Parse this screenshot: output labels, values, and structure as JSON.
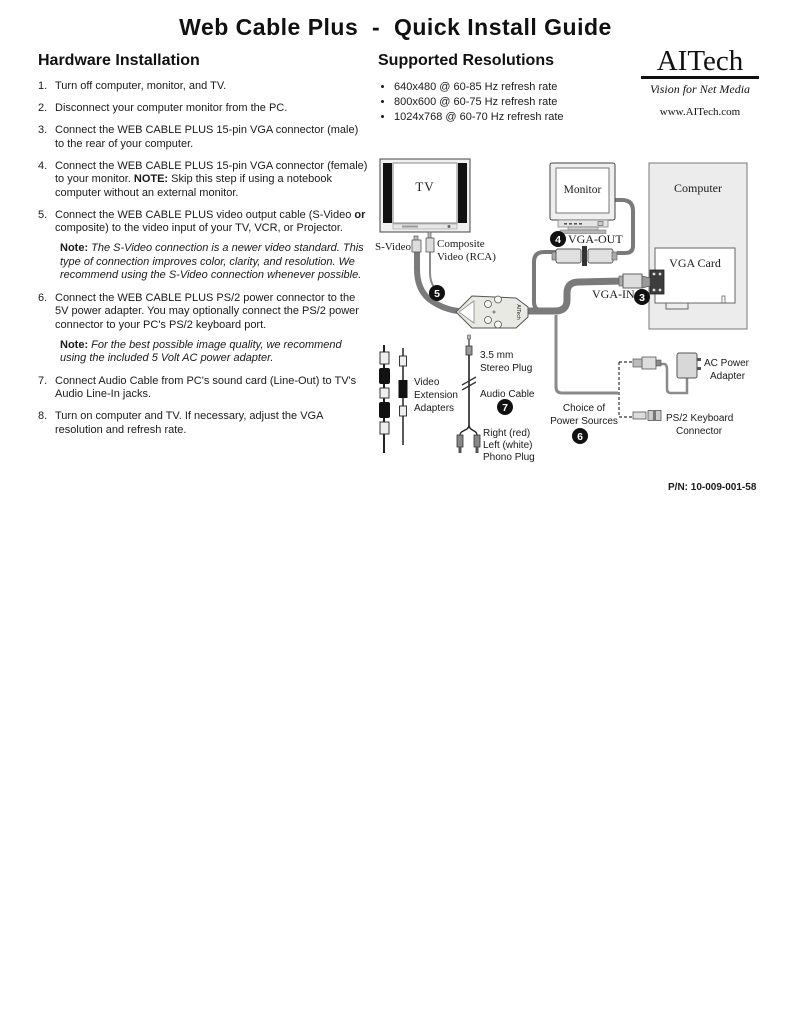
{
  "title": "Web Cable Plus  -  Quick Install Guide",
  "hardware": {
    "heading": "Hardware Installation",
    "steps": [
      {
        "num": "1.",
        "segments": [
          {
            "text": "Turn off computer, monitor, and TV."
          }
        ]
      },
      {
        "num": "2.",
        "segments": [
          {
            "text": "Disconnect your computer monitor from the PC."
          }
        ]
      },
      {
        "num": "3.",
        "segments": [
          {
            "text": "Connect the WEB CABLE PLUS 15-pin VGA connector (male) to the rear of your computer."
          }
        ]
      },
      {
        "num": "4.",
        "segments": [
          {
            "text": "Connect the WEB CABLE PLUS 15-pin VGA connector (female) to your monitor. "
          },
          {
            "text": "NOTE:",
            "bold": true
          },
          {
            "text": " Skip this step if using a notebook computer without an external monitor."
          }
        ]
      },
      {
        "num": "5.",
        "segments": [
          {
            "text": "Connect the WEB CABLE PLUS  video output cable (S-Video "
          },
          {
            "text": "or",
            "bold": true
          },
          {
            "text": " composite) to the video input of your TV, VCR, or Projector."
          }
        ],
        "note": {
          "label": "Note:",
          "segments": [
            {
              "text": " The S-Video connection is a newer video standard.  This type of connection improves color, clarity, and resolution.  We recommend using the S-Video connection whenever possible.",
              "italic": true
            }
          ]
        }
      },
      {
        "num": "6.",
        "segments": [
          {
            "text": "Connect the WEB CABLE PLUS PS/2 power connector to the 5V power adapter.  You may optionally connect the PS/2 power connector to your PC's PS/2 keyboard port."
          }
        ],
        "note": {
          "label": "Note:",
          "segments": [
            {
              "text": " For the best possible image quality, we recommend using the included 5 Volt AC power adapter.",
              "italic": true
            }
          ]
        }
      },
      {
        "num": "7.",
        "segments": [
          {
            "text": "Connect Audio Cable from PC's sound card (Line-Out) to TV's Audio Line-In jacks."
          }
        ]
      },
      {
        "num": "8.",
        "segments": [
          {
            "text": "Turn on computer and TV.  If necessary, adjust the VGA resolution and refresh rate."
          }
        ]
      }
    ]
  },
  "resolutions": {
    "heading": "Supported Resolutions",
    "items": [
      "640x480 @ 60-85 Hz refresh rate",
      "800x600 @ 60-75 Hz refresh rate",
      "1024x768 @ 60-70 Hz refresh rate"
    ]
  },
  "logo": {
    "name": "AITech",
    "tagline": "Vision for Net Media",
    "url": "www.AITech.com"
  },
  "diagram": {
    "labels": {
      "tv": "TV",
      "monitor": "Monitor",
      "computer": "Computer",
      "vga_card": "VGA Card",
      "s_video": "S-Video",
      "composite_1": "Composite",
      "composite_2": "Video (RCA)",
      "vga_out": "VGA-OUT",
      "vga_in": "VGA-IN",
      "video_ext_1": "Video",
      "video_ext_2": "Extension",
      "video_ext_3": "Adapters",
      "stereo_1": "3.5 mm",
      "stereo_2": "Stereo Plug",
      "audio_cable": "Audio Cable",
      "phono_1": "Right (red)",
      "phono_2": "Left (white)",
      "phono_3": "Phono Plug",
      "choice_1": "Choice of",
      "choice_2": "Power Sources",
      "ac_1": "AC Power",
      "ac_2": "Adapter",
      "ps2_1": "PS/2 Keyboard",
      "ps2_2": "Connector",
      "part_number": "P/N: 10-009-001-58",
      "device_brand": "AITech"
    },
    "badges": {
      "n3": "3",
      "n4": "4",
      "n5": "5",
      "n6": "6",
      "n7": "7"
    },
    "colors": {
      "cable": "#7a7a7a",
      "box_fill": "#ececec",
      "badge": "#111111"
    }
  }
}
